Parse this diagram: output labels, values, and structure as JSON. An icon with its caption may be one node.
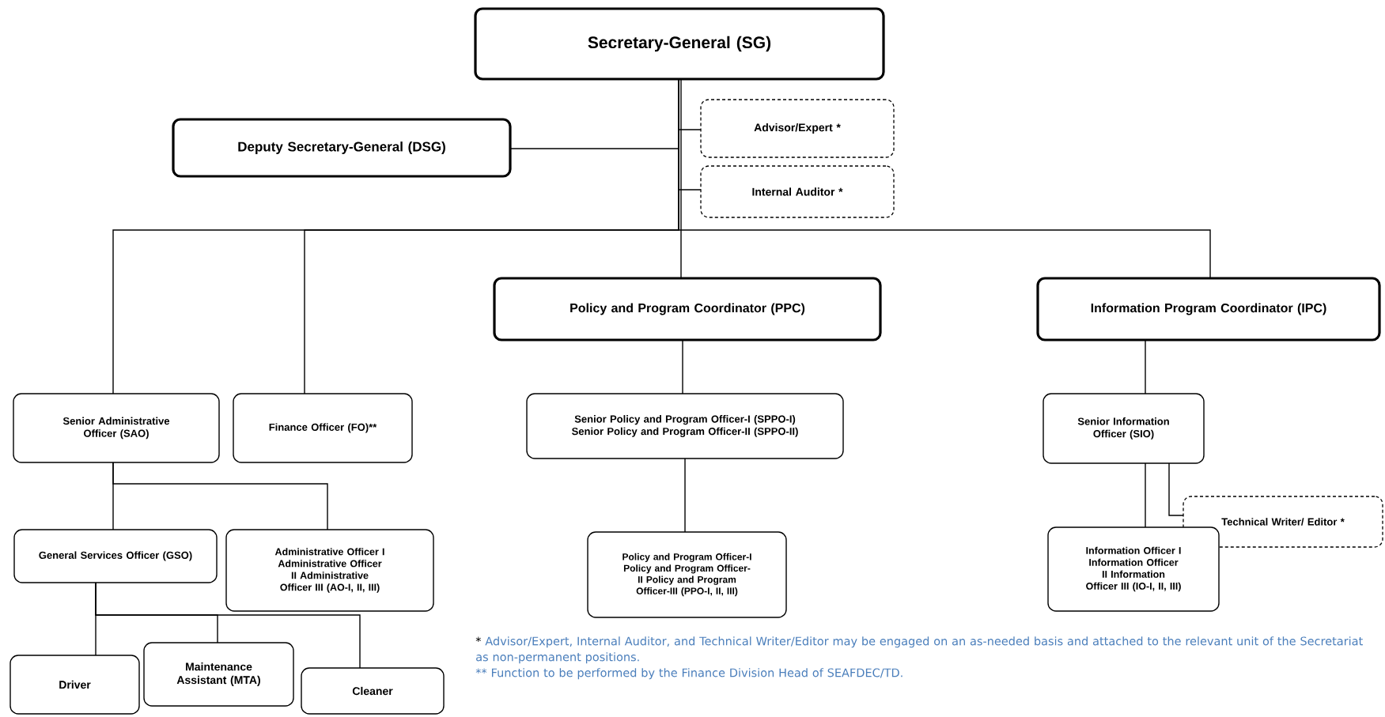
{
  "diagram": {
    "nodes": [
      {
        "text": [
          "Secretary-General (SG)"
        ]
      },
      {
        "text": [
          "Deputy Secretary-General (DSG)"
        ]
      },
      {
        "text": [
          "Advisor/Expert *"
        ]
      },
      {
        "text": [
          "Internal Auditor *"
        ]
      },
      {
        "text": [
          "Policy and Program Coordinator (PPC)"
        ]
      },
      {
        "text": [
          "Information Program Coordinator (IPC)"
        ]
      },
      {
        "text": [
          "Senior Administrative Officer (SAO)"
        ]
      },
      {
        "text": [
          "Finance Officer (FO)**"
        ]
      },
      {
        "text": [
          "Senior Policy and Program Officer-I (SPPO-I) Senior Policy and Program Officer-II (SPPO-II)"
        ]
      },
      {
        "text": [
          "Senior Information Officer (SIO)"
        ]
      },
      {
        "text": [
          "General Services Officer (GSO)"
        ]
      },
      {
        "text": [
          "Administrative Officer I Administrative Officer II Administrative Officer III (AO-I, II, III)"
        ]
      },
      {
        "text": [
          "Policy and Program Officer-I Policy and Program Officer-II Policy and Program Officer-III (PPO-I, II, III)"
        ]
      },
      {
        "text": [
          "Technical Writer/ Editor *"
        ]
      },
      {
        "text": [
          "Information Officer I Information Officer II Information Officer III (IO-I, II, III)"
        ]
      },
      {
        "text": [
          "Driver"
        ]
      },
      {
        "text": [
          "Maintenance Assistant (MTA)"
        ]
      },
      {
        "text": [
          "Cleaner"
        ]
      }
    ],
    "edges": [
      {
        "from": 0,
        "to": 1,
        "arrow": "none"
      },
      {
        "from": 0,
        "to": 2,
        "arrow": "none"
      },
      {
        "from": 0,
        "to": 3,
        "arrow": "none"
      },
      {
        "from": 0,
        "to": 6,
        "arrow": "none"
      },
      {
        "from": 0,
        "to": 7,
        "arrow": "none"
      },
      {
        "from": 0,
        "to": 4,
        "arrow": "none"
      },
      {
        "from": 0,
        "to": 5,
        "arrow": "none"
      },
      {
        "from": 4,
        "to": 8,
        "arrow": "none"
      },
      {
        "from": 8,
        "to": 12,
        "arrow": "none"
      },
      {
        "from": 5,
        "to": 9,
        "arrow": "none"
      },
      {
        "from": 9,
        "to": 14,
        "arrow": "none"
      },
      {
        "from": 9,
        "to": 13,
        "arrow": "none"
      },
      {
        "from": 6,
        "to": 10,
        "arrow": "none"
      },
      {
        "from": 6,
        "to": 11,
        "arrow": "none"
      },
      {
        "from": 10,
        "to": 15,
        "arrow": "none"
      },
      {
        "from": 10,
        "to": 16,
        "arrow": "none"
      },
      {
        "from": 10,
        "to": 17,
        "arrow": "none"
      }
    ],
    "labels": [
      "*",
      "Advisor/Expert, Internal Auditor, and Technical Writer/Editor may be engaged on an as-needed basis and attached to the relevant unit of the Secretariat as non-permanent positions.",
      "**",
      "Function to be performed by the Finance Division Head of SEAFDEC/TD."
    ]
  }
}
